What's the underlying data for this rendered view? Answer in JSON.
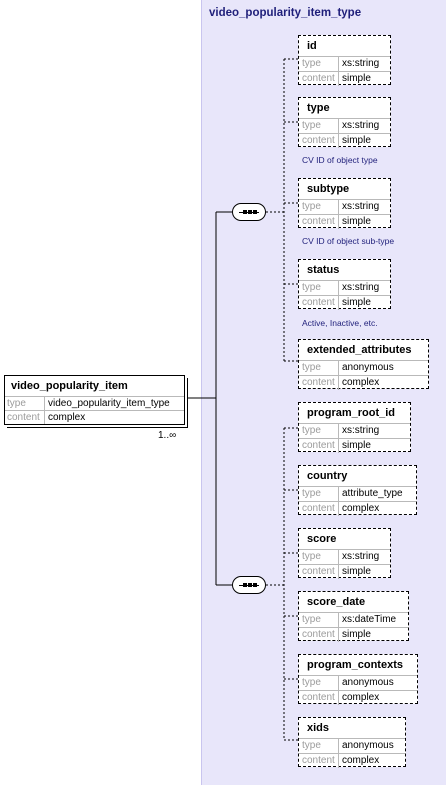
{
  "complex_type": {
    "title": "video_popularity_item_type"
  },
  "root": {
    "name": "video_popularity_item",
    "type_key": "type",
    "type": "video_popularity_item_type",
    "content_key": "content",
    "content": "complex",
    "multiplicity": "1..∞"
  },
  "sequence_1": {
    "elements": [
      {
        "name": "id",
        "type_key": "type",
        "type": "xs:string",
        "content_key": "content",
        "content": "simple",
        "note": ""
      },
      {
        "name": "type",
        "type_key": "type",
        "type": "xs:string",
        "content_key": "content",
        "content": "simple",
        "note": "CV ID of object type"
      },
      {
        "name": "subtype",
        "type_key": "type",
        "type": "xs:string",
        "content_key": "content",
        "content": "simple",
        "note": "CV ID of object sub-type"
      },
      {
        "name": "status",
        "type_key": "type",
        "type": "xs:string",
        "content_key": "content",
        "content": "simple",
        "note": "Active, Inactive, etc."
      },
      {
        "name": "extended_attributes",
        "type_key": "type",
        "type": "anonymous",
        "content_key": "content",
        "content": "complex",
        "note": ""
      }
    ]
  },
  "sequence_2": {
    "elements": [
      {
        "name": "program_root_id",
        "type_key": "type",
        "type": "xs:string",
        "content_key": "content",
        "content": "simple"
      },
      {
        "name": "country",
        "type_key": "type",
        "type": "attribute_type",
        "content_key": "content",
        "content": "complex"
      },
      {
        "name": "score",
        "type_key": "type",
        "type": "xs:string",
        "content_key": "content",
        "content": "simple"
      },
      {
        "name": "score_date",
        "type_key": "type",
        "type": "xs:dateTime",
        "content_key": "content",
        "content": "simple"
      },
      {
        "name": "program_contexts",
        "type_key": "type",
        "type": "anonymous",
        "content_key": "content",
        "content": "complex"
      },
      {
        "name": "xids",
        "type_key": "type",
        "type": "anonymous",
        "content_key": "content",
        "content": "complex"
      }
    ]
  }
}
